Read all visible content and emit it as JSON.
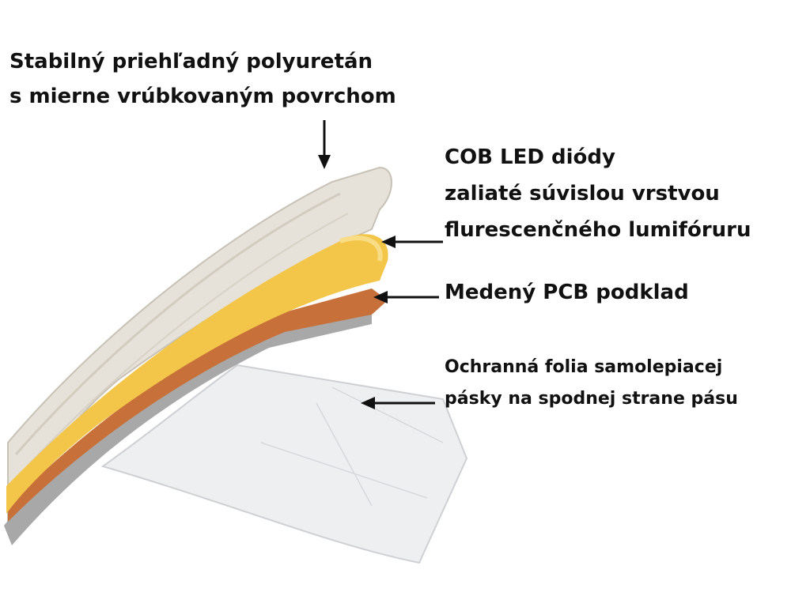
{
  "labels": {
    "polyurethane": {
      "lines": [
        "Stabilný priehľadný polyuretán",
        "s mierne vrúbkovaným povrchom"
      ]
    },
    "cob_led": {
      "lines": [
        "COB LED diódy",
        "zaliaté súvislou vrstvou",
        "flurescenčného lumifóruru"
      ]
    },
    "pcb": {
      "lines": [
        "Medený PCB podklad"
      ]
    },
    "tape": {
      "lines": [
        "Ochranná folia samolepiacej",
        "pásky na spodnej strane pásu"
      ]
    }
  },
  "colors": {
    "phosphor_yellow": "#f3c64a",
    "copper": "#c8703a",
    "base_gray": "#a8a8a8",
    "silicone_clear": "#e6e2da",
    "tape_film": "#eceef0",
    "arrow": "#111111"
  }
}
